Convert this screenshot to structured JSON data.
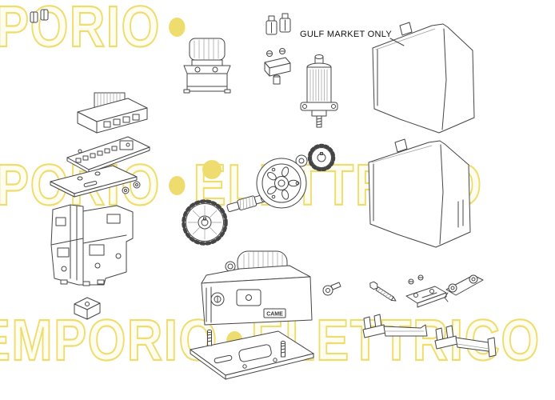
{
  "page": {
    "background": "#ffffff"
  },
  "watermark": {
    "word1": "EMPORIO",
    "word2": "ELETTRICO",
    "fill_color": "#fffdf0",
    "stroke_color": "#eedd6e"
  },
  "labels": {
    "gulf_market_only": "GULF MARKET ONLY",
    "brand": "CAME"
  },
  "diagram": {
    "type": "exploded-parts-diagram",
    "line_color": "#454545",
    "parts": [
      "retaining-clips",
      "fuse-clips",
      "capacitor-bracket",
      "transformer",
      "motor",
      "cover-gulf-market",
      "cover-standard",
      "control-board",
      "circuit-board",
      "mounting-plate",
      "chassis-frame",
      "release-bracket",
      "pulley",
      "pinion-gear",
      "worm-shaft",
      "spur-gear",
      "gearmotor-unit",
      "base-plate",
      "cam-key",
      "lag-screw",
      "key-plate",
      "chain-tensioner",
      "bracket-left",
      "bracket-right"
    ]
  }
}
